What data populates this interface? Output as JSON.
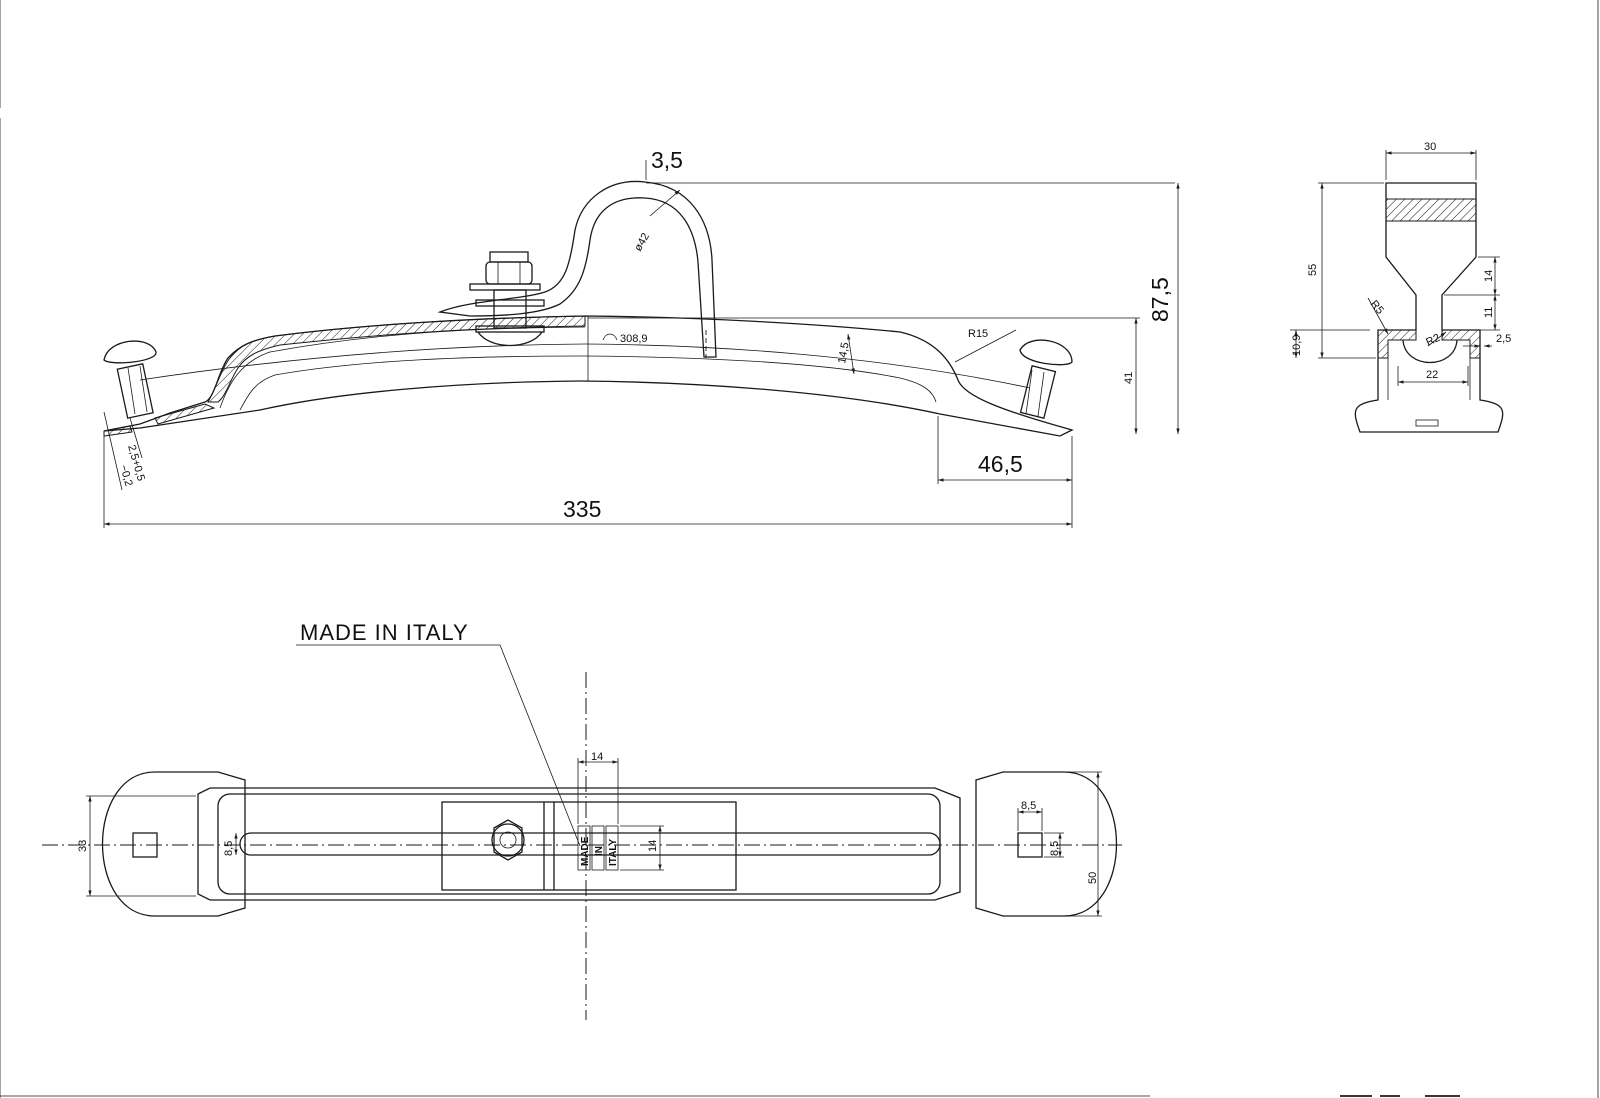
{
  "side_view": {
    "dims": {
      "top_offset": "3,5",
      "diameter": "ø42",
      "total_height": "87,5",
      "arc_radius": "308,9",
      "radius": "R15",
      "thickness": "14,5",
      "height": "41",
      "end_length": "46,5",
      "length": "335",
      "tolerance_main": "2,5+0,5",
      "tolerance_lower": "−0,2"
    }
  },
  "section_view": {
    "dims": {
      "width_top": "30",
      "height": "55",
      "neck": "14",
      "step": "11",
      "base": "10,9",
      "radius_r5": "R5",
      "radius_r2": "R2",
      "wall": "2,5",
      "inner_width": "22"
    }
  },
  "plan_view": {
    "note": "MADE IN ITALY",
    "marking": [
      "MADE",
      "IN",
      "ITALY"
    ],
    "dims": {
      "mark_width": "14",
      "mark_height": "14",
      "width": "33",
      "slot_width": "8,5",
      "hole_size_h": "8,5",
      "hole_size_v": "8,5",
      "end_width": "50"
    }
  }
}
